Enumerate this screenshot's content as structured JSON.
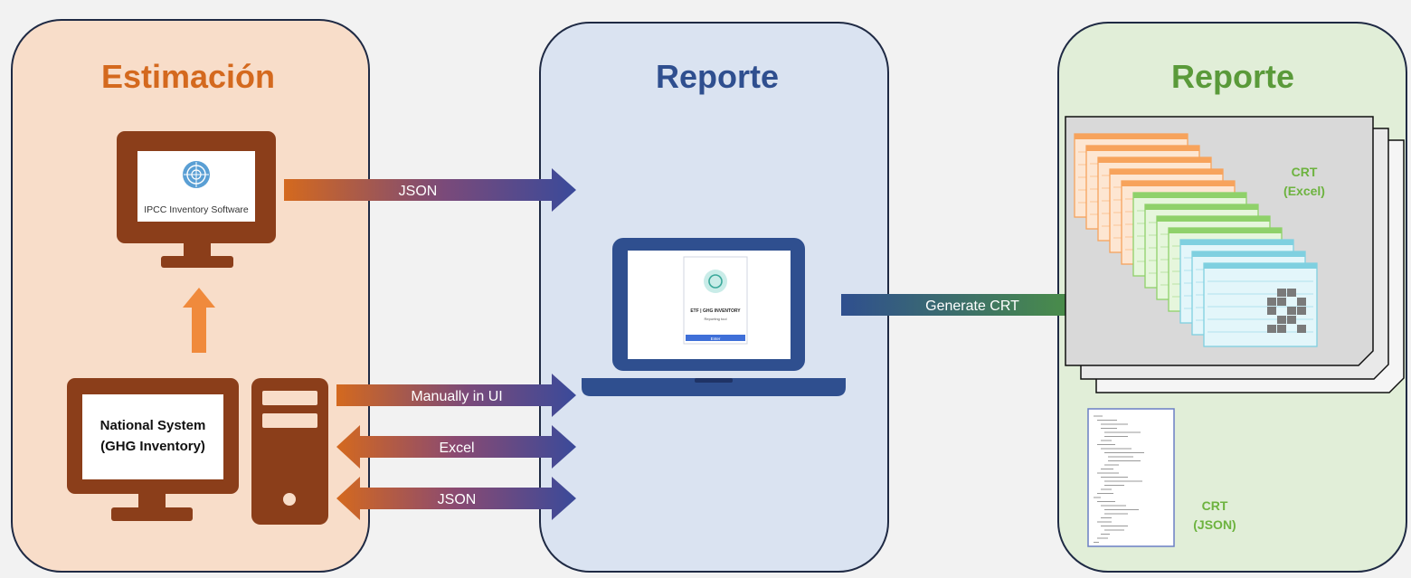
{
  "panels": {
    "left": {
      "title": "Estimación",
      "color": "#d4691e"
    },
    "middle": {
      "title": "Reporte",
      "color": "#2f4f8f"
    },
    "right": {
      "title": "Reporte",
      "color": "#5a9a3a"
    }
  },
  "ipcc_software": {
    "label": "IPCC Inventory Software"
  },
  "national_system": {
    "line1": "National System",
    "line2": "(GHG Inventory)"
  },
  "arrows": {
    "json_top": "JSON",
    "manual": "Manually in UI",
    "excel": "Excel",
    "json_bottom": "JSON",
    "generate": "Generate CRT"
  },
  "etf_screen": {
    "title": "ETF | GHG INVENTORY",
    "subtitle": "Reporting tool",
    "button": "Enter"
  },
  "outputs": {
    "crt_excel": {
      "line1": "CRT",
      "line2": "(Excel)"
    },
    "crt_json": {
      "line1": "CRT",
      "line2": "(JSON)"
    }
  }
}
